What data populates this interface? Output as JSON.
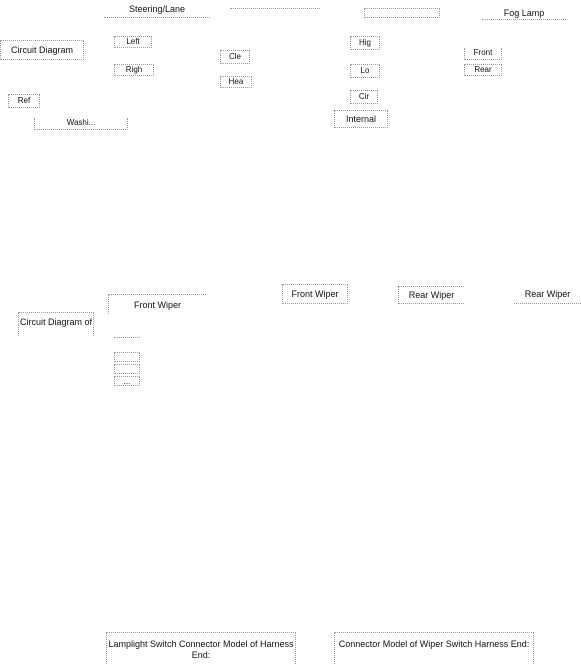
{
  "labels": {
    "steering_lane": "Steering/Lane",
    "fog_lamp": "Fog Lamp",
    "circuit_diagram": "Circuit Diagram",
    "left": "Left",
    "right": "Righ",
    "cle": "Cle",
    "hea": "Hea",
    "hig": "Hig",
    "lo": "Lo",
    "cir": "Cir",
    "internal": "Internal",
    "front": "Front",
    "rear": "Rear",
    "ref": "Ref",
    "wash": "Washi...",
    "front_wiper_left": "Front Wiper",
    "front_wiper_mid": "Front Wiper",
    "rear_wiper_mid": "Rear Wiper",
    "rear_wiper_right": "Rear Wiper",
    "circuit_diagram_of": "Circuit Diagram of",
    "small_box_1": "...",
    "lamplight_connector": "Lamplight Switch Connector Model of Harness End:",
    "wiper_connector": "Connector Model of Wiper Switch Harness End:"
  }
}
